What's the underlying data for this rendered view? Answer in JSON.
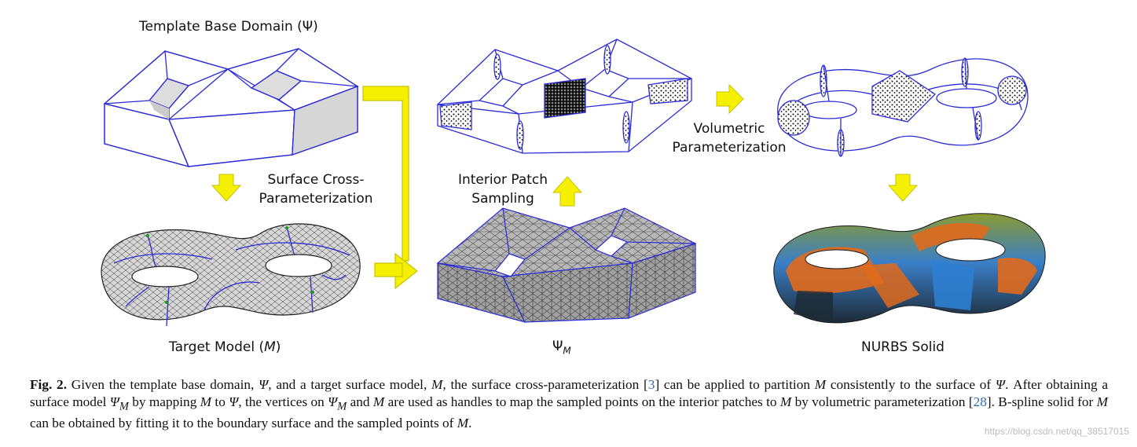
{
  "labels": {
    "template_base_domain": "Template Base Domain (Ψ)",
    "surface_cross_line1": "Surface Cross-",
    "surface_cross_line2": "Parameterization",
    "interior_patch_line1": "Interior Patch",
    "interior_patch_line2": "Sampling",
    "volumetric_line1": "Volumetric",
    "volumetric_line2": "Parameterization",
    "target_model": "Target Model (",
    "target_model_var": "M",
    "target_model_close": ")",
    "psi_m": "Ψ",
    "psi_m_sub": "M",
    "nurbs_solid": "NURBS Solid"
  },
  "caption": {
    "fig_label": "Fig. 2.",
    "p1": " Given the template base domain, ",
    "psi": "Ψ",
    "p2": ", and a target surface model, ",
    "m": "M",
    "p3": ", the surface cross-parameterization [",
    "ref1": "3",
    "p4": "] can be applied to partition ",
    "p5": " consistently to the surface of ",
    "p6": ". After obtaining a surface model ",
    "psim": "Ψ",
    "psim_sub": "M",
    "p7": " by mapping ",
    "p8": " to ",
    "p9": ", the vertices on ",
    "p10": " and ",
    "p11": " are used as handles to map the sampled points on the interior patches to ",
    "p12": " by volumetric parameterization [",
    "ref2": "28",
    "p13": "]. B-spline solid for ",
    "p14": " can be obtained by fitting it to the boundary surface and the sampled points of ",
    "p15": "."
  },
  "watermark": "https://blog.csdn.net/qq_38517015",
  "colors": {
    "arrow_fill": "#f5f000",
    "arrow_stroke": "#c8c200",
    "wire": "#2b2bd6",
    "mesh": "#555555",
    "nurbs_orange": "#e06a1c",
    "nurbs_blue": "#2e7fd0",
    "nurbs_olive": "#7a8a2a"
  }
}
